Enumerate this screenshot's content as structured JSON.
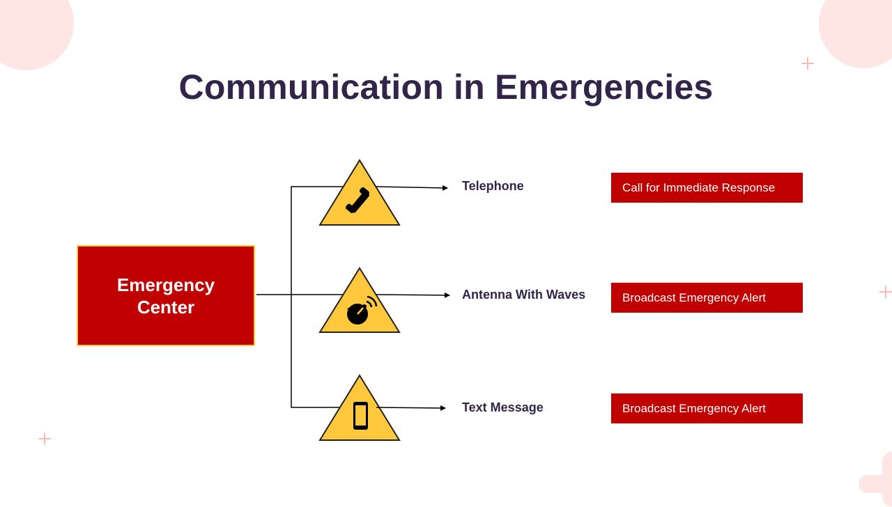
{
  "title": "Communication in Emergencies",
  "center": {
    "label": "Emergency Center"
  },
  "channels": [
    {
      "label": "Telephone",
      "icon": "telephone-icon",
      "action": "Call for Immediate Response"
    },
    {
      "label": "Antenna With Waves",
      "icon": "satellite-antenna-icon",
      "action": "Broadcast Emergency Alert"
    },
    {
      "label": "Text Message",
      "icon": "smartphone-icon",
      "action": "Broadcast Emergency Alert"
    }
  ],
  "colors": {
    "title": "#33254a",
    "box_fill": "#c00000",
    "box_border": "#ffc83d",
    "triangle_fill": "#ffc83d",
    "decor": "#fde6e4"
  }
}
